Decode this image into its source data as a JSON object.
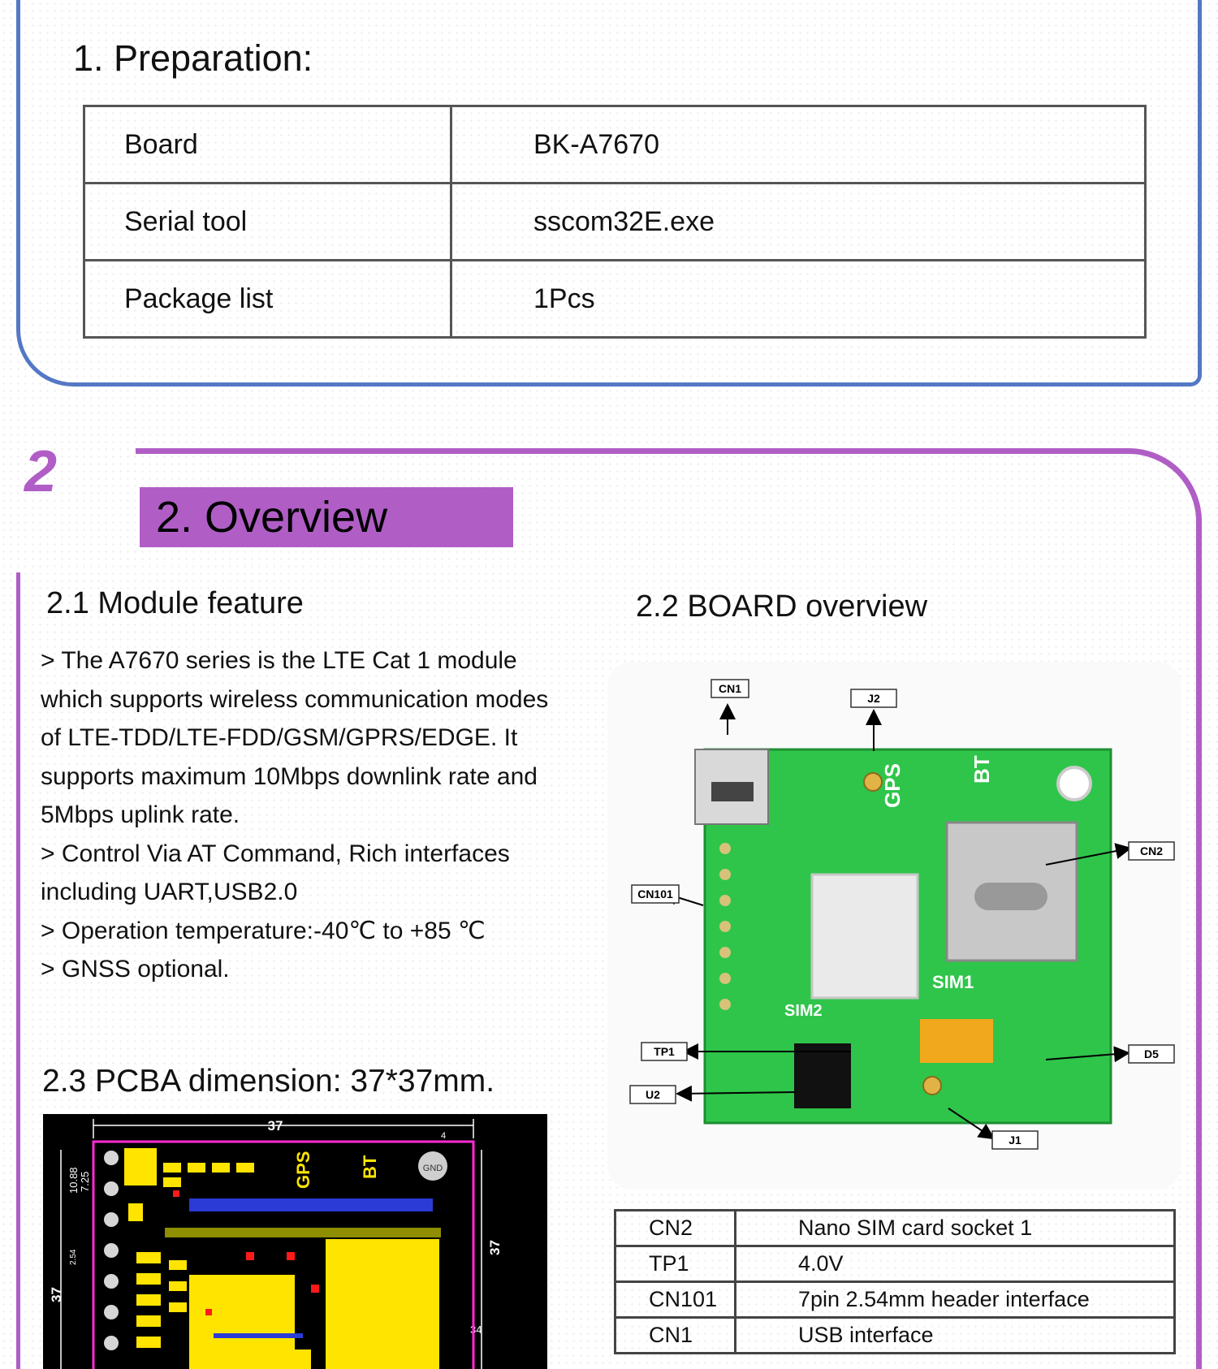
{
  "preparation": {
    "title": "1. Preparation:",
    "rows": [
      {
        "label": "Board",
        "value": "BK-A7670"
      },
      {
        "label": "Serial tool",
        "value": "sscom32E.exe"
      },
      {
        "label": "Package list",
        "value": "1Pcs"
      }
    ]
  },
  "overview": {
    "section_number": "2",
    "banner": "2. Overview",
    "module_feature": {
      "heading": "2.1 Module feature",
      "paragraphs": [
        "> The A7670 series is the LTE Cat 1 module which supports wireless communication modes of LTE-TDD/LTE-FDD/GSM/GPRS/EDGE. It supports maximum 10Mbps downlink rate and 5Mbps uplink rate.",
        "> Control Via AT Command, Rich interfaces including UART,USB2.0",
        "> Operation temperature:-40℃ to +85 ℃",
        "> GNSS optional."
      ]
    },
    "dimension_heading": "2.3 PCBA dimension: 37*37mm.",
    "board_heading": "2.2 BOARD overview",
    "board_labels": {
      "cn1": "CN1",
      "j2": "J2",
      "cn2": "CN2",
      "cn101": "CN101",
      "tp1": "TP1",
      "u2": "U2",
      "d5": "D5",
      "j1": "J1"
    },
    "board_silk": {
      "gps": "GPS",
      "bt": "BT",
      "sim1": "SIM1",
      "sim2": "SIM2"
    },
    "pin_table": [
      {
        "name": "CN2",
        "desc": "Nano SIM card socket 1"
      },
      {
        "name": "TP1",
        "desc": "4.0V"
      },
      {
        "name": "CN101",
        "desc": "7pin 2.54mm header interface"
      },
      {
        "name": "CN1",
        "desc": "USB interface"
      }
    ],
    "pcb_dims": {
      "width": "37",
      "height": "37",
      "d1": "10.88",
      "d2": "7.25",
      "d3": "34",
      "d4": "2.54",
      "d5": "4"
    },
    "pcb_silk": {
      "gnd": "GND",
      "gps": "GPS",
      "bt": "BT"
    }
  }
}
